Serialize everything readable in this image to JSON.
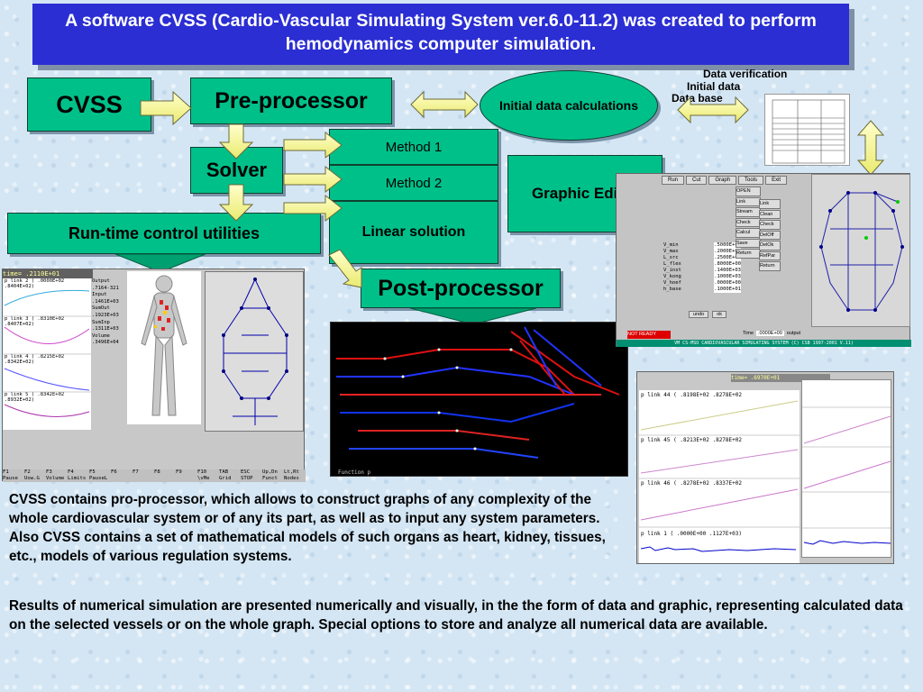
{
  "title": "A software CVSS (Cardio-Vascular Simulating System ver.6.0-11.2) was created to perform hemodynamics computer simulation.",
  "boxes": {
    "cvss": "CVSS",
    "preprocessor": "Pre-processor",
    "initial_calc": "Initial data calculations",
    "solver": "Solver",
    "method1": "Method 1",
    "method2": "Method 2",
    "linear": "Linear solution",
    "runtime": "Run-time control utilities",
    "graphic_editor": "Graphic Editor",
    "postprocessor": "Post-processor"
  },
  "labels": {
    "data_verification": "Data verification",
    "initial_data": "Initial data",
    "data_base": "Data base"
  },
  "paragraphs": {
    "p1": "CVSS contains pro-processor, which allows to construct graphs of any complexity of the whole cardiovascular system or of any its part, as well as to input any system parameters.  Also CVSS contains a set of mathematical models of such organs as heart, kidney, tissues, etc., models of various regulation systems.",
    "p2": "Results of numerical simulation are presented numerically and  visually, in the the form of data and graphic, representing calculated  data  on the selected vessels or on the whole graph. Special options to store and analyze all numerical data are available."
  },
  "screen_runtime": {
    "header": "time= .2110E+01",
    "plots": [
      {
        "label": "p  link  2    ( .0000E+02  .8404E+02)"
      },
      {
        "label": "p  link  3    ( .8310E+02  .8407E+02)"
      },
      {
        "label": "p  link  4    ( .8215E+02  .8342E+02)"
      },
      {
        "label": "p  link  5    ( .8342E+02  .8932E+02)"
      }
    ],
    "side_values": [
      "Output",
      ".7164-321",
      "Input",
      ".1461E+03",
      "SumOut",
      ".1923E+03",
      "SumInp",
      ".1311E+03",
      "Volume",
      ".3496E+04"
    ],
    "fkeys": [
      "F1",
      "F2",
      "F3",
      "F4",
      "F5",
      "F6",
      "F7",
      "F8",
      "F9",
      "F10",
      "TAB",
      "ESC",
      "Up,Dn",
      "Lt,Rt"
    ],
    "fnames": [
      "Pause",
      "Uow.G",
      "Volume",
      "Limits",
      "PauseL",
      "",
      "",
      "",
      "",
      "\\vMe",
      "Grid",
      "STOP",
      "Funct",
      "Nodes"
    ]
  },
  "screen_editor": {
    "menu": [
      "Run",
      "Cut",
      "Graph",
      "",
      "Tools",
      "Exit"
    ],
    "params": [
      {
        "name": "V_min",
        "value": ".5000E+02"
      },
      {
        "name": "V_max",
        "value": ".2000E+03"
      },
      {
        "name": "L_src",
        "value": ".2500E+00"
      },
      {
        "name": "L_flex",
        "value": ".8000E+00"
      },
      {
        "name": "V_inst",
        "value": ".1400E+03"
      },
      {
        "name": "V_kong",
        "value": ".1000E+03"
      },
      {
        "name": "V_hoef",
        "value": ".0000E+00"
      },
      {
        "name": "h_base",
        "value": ".1000E+01"
      }
    ],
    "buttons": [
      "OPEN",
      "",
      "Link",
      "Stream",
      "Check",
      "Calcul",
      "Save",
      "Return"
    ],
    "buttons2": [
      "",
      "Link",
      "Clean",
      "Check",
      "DelOff",
      "DelOk",
      "RefPar",
      "Return"
    ],
    "status": "NOT READY",
    "footer": "VM CS-MSU CARDIOVASCULAR SIMULATING SYSTEM  (C) CSB  1997-2001  V.11)",
    "time_label": "Time",
    "time_value": ".0000E+00",
    "output": "output",
    "btn_a": "undo",
    "btn_b": "ok"
  },
  "screen_post": {
    "footer": "Function  p"
  },
  "screen_graphs": {
    "header": "time= .6970E+01",
    "plots": [
      {
        "label": "p  link  44   ( .8198E+02  .8278E+02"
      },
      {
        "label": "p  link  45   ( .8213E+02  .8278E+02"
      },
      {
        "label": "p  link  46   ( .8278E+02  .8337E+02"
      },
      {
        "label": "p  link  1    ( .0000E+00  .1127E+03)"
      }
    ]
  },
  "colors": {
    "title_bg": "#2b2ed3",
    "box_green": "#00c08a",
    "arrow_yellow": "#ffff99"
  }
}
